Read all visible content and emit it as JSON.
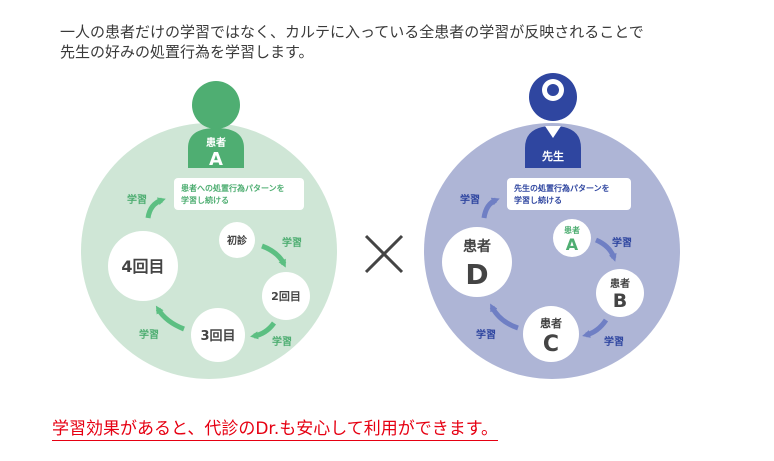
{
  "intro": {
    "line1": "一人の患者だけの学習ではなく、カルテに入っている全患者の学習が反映されることで",
    "line2": "先生の好みの処置行為を学習します。"
  },
  "left_panel": {
    "person_label_top": "患者",
    "person_label_bottom": "A",
    "callout_line1": "患者への処置行為パターンを",
    "callout_line2": "学習し続ける",
    "visits": {
      "first": "初診",
      "second": "2回目",
      "third": "3回目",
      "fourth": "4回目"
    },
    "arrow_labels": {
      "top_left": "学習",
      "right_top": "学習",
      "bottom_right": "学習",
      "bottom_left": "学習"
    }
  },
  "multiply_symbol": "×",
  "right_panel": {
    "person_label": "先生",
    "callout_line1": "先生の処置行為パターンを",
    "callout_line2": "学習し続ける",
    "patients": {
      "a_top": "患者",
      "a_letter": "A",
      "b_top": "患者",
      "b_letter": "B",
      "c_top": "患者",
      "c_letter": "C",
      "d_top": "患者",
      "d_letter": "D"
    },
    "arrow_labels": {
      "top_left": "学習",
      "right_top": "学習",
      "bottom_right": "学習",
      "bottom_left": "学習"
    }
  },
  "footer": "学習効果があると、代診のDr.も安心して利用ができます。",
  "colors": {
    "green_bg": "#cfe6d6",
    "green_dark": "#4fae72",
    "green_arrow": "#5cbf82",
    "blue_bg": "#aeb5d6",
    "blue_dark": "#2f46a0",
    "blue_arrow": "#6f7fc4",
    "accent_red": "#e60012"
  }
}
